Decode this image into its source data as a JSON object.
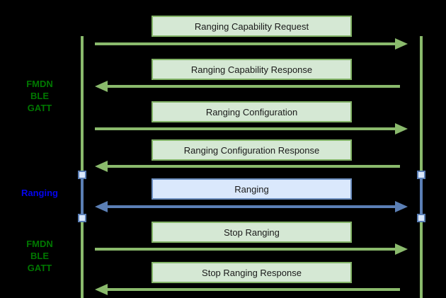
{
  "diagram": {
    "type": "sequence",
    "background": "#000000",
    "phases": [
      {
        "id": "fmdn-ble-gatt-top",
        "lines": [
          "FMDN",
          "BLE",
          "GATT"
        ],
        "color": "#007700"
      },
      {
        "id": "ranging",
        "lines": [
          "Ranging"
        ],
        "color": "#0505ee"
      },
      {
        "id": "fmdn-ble-gatt-bottom",
        "lines": [
          "FMDN",
          "BLE",
          "GATT"
        ],
        "color": "#007700"
      }
    ],
    "messages": [
      {
        "label": "Ranging Capability Request",
        "direction": "right",
        "style": "green"
      },
      {
        "label": "Ranging Capability Response",
        "direction": "left",
        "style": "green"
      },
      {
        "label": "Ranging Configuration",
        "direction": "right",
        "style": "green"
      },
      {
        "label": "Ranging Configuration Response",
        "direction": "left",
        "style": "green"
      },
      {
        "label": "Ranging",
        "direction": "both",
        "style": "blue"
      },
      {
        "label": "Stop Ranging",
        "direction": "right",
        "style": "green"
      },
      {
        "label": "Stop Ranging Response",
        "direction": "left",
        "style": "green"
      }
    ],
    "lifelines": {
      "count": 2,
      "ranging_session_markers": 4
    },
    "colors": {
      "green_line": "#8aba6c",
      "green_box_fill": "#d5e8d4",
      "green_box_border": "#82b366",
      "blue_line": "#5b7fb5",
      "blue_box_fill": "#dae8fc",
      "blue_box_border": "#6c8ebf",
      "phase_text_green": "#007700",
      "phase_text_blue": "#0505ee",
      "box_text": "#1a1a1a"
    }
  }
}
